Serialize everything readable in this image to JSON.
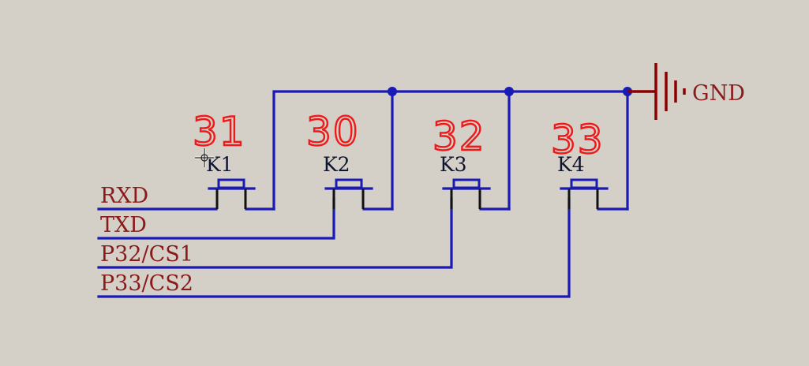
{
  "nets": {
    "rxd": "RXD",
    "txd": "TXD",
    "p32": "P32/CS1",
    "p33": "P33/CS2",
    "gnd": "GND"
  },
  "switches": [
    {
      "ref": "K1",
      "annotation": "31"
    },
    {
      "ref": "K2",
      "annotation": "30"
    },
    {
      "ref": "K3",
      "annotation": "32"
    },
    {
      "ref": "K4",
      "annotation": "33"
    }
  ],
  "colors": {
    "background": "#d4d0c8",
    "wire": "#1a1ab5",
    "label": "#8b1a1a",
    "ground": "#8b0000",
    "annotation": "#f01818"
  },
  "icons": {
    "ground_symbol": "ground-icon",
    "cursor": "crosshair-cursor-icon"
  }
}
